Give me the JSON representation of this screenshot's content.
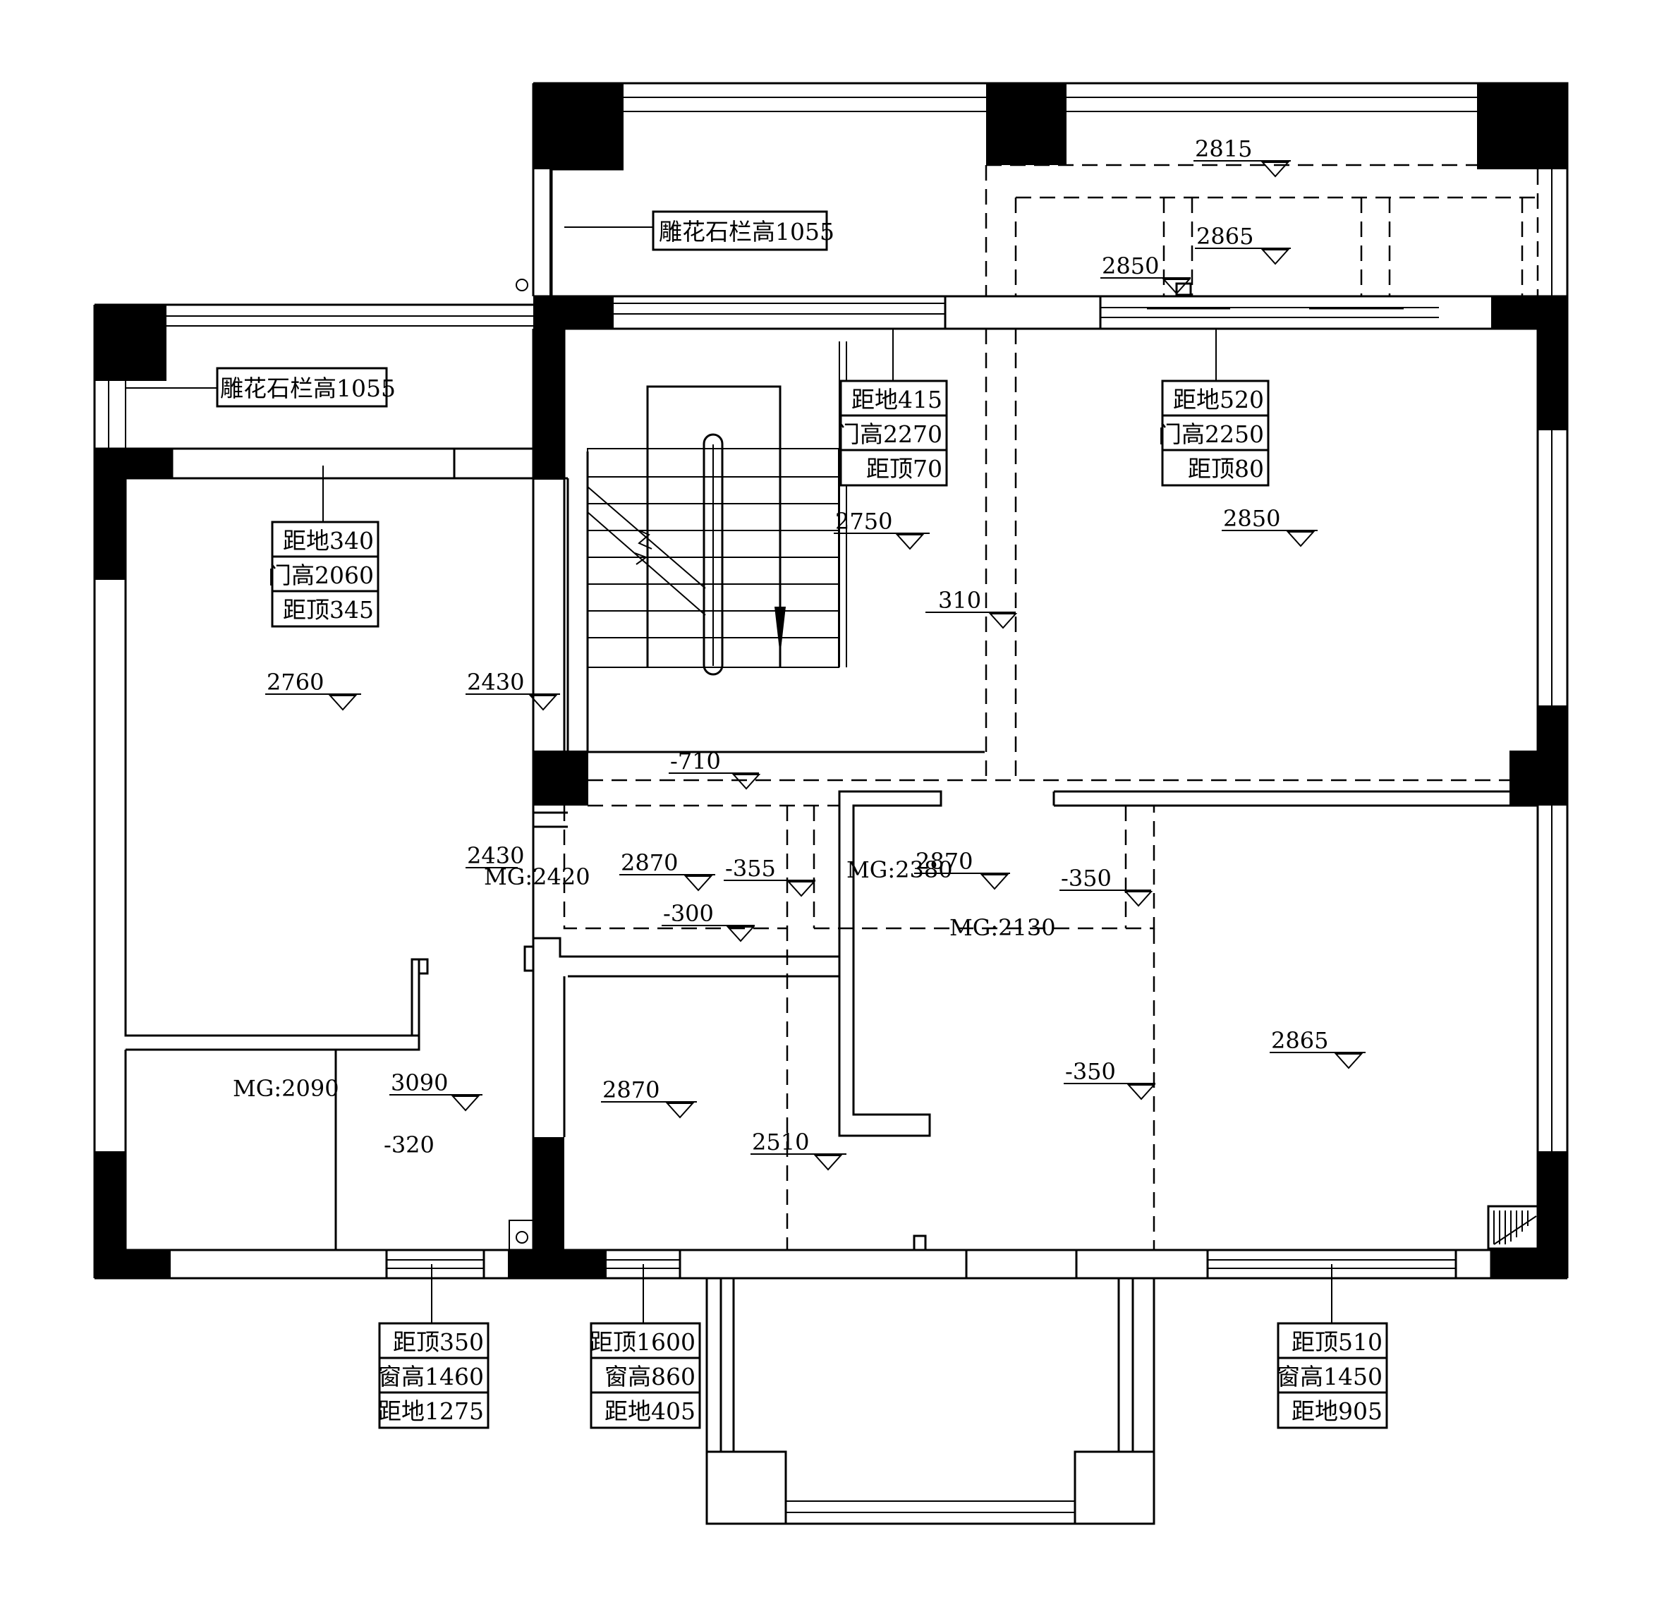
{
  "railing_labels": [
    "雕花石栏高1055",
    "雕花石栏高1055"
  ],
  "opening_tags": [
    [
      "距地340",
      "门高2060",
      "距顶345"
    ],
    [
      "距地415",
      "门高2270",
      "距顶70"
    ],
    [
      "距地520",
      "门高2250",
      "距顶80"
    ],
    [
      "距顶350",
      "窗高1460",
      "距地1275"
    ],
    [
      "距顶1600",
      "窗高860",
      "距地405"
    ],
    [
      "距顶510",
      "窗高1450",
      "距地905"
    ]
  ],
  "level_marks": [
    "2815",
    "2865",
    "2850",
    "2750",
    "2850",
    "310",
    "2760",
    "2430",
    "-710",
    "2430",
    "2870",
    "-355",
    "2870",
    "-350",
    "-300",
    "2865",
    "-350",
    "3090",
    "2870",
    "2510"
  ],
  "text_notes": [
    "MG:2420",
    "MG:2380",
    "MG:2130",
    "MG:2090",
    "-320"
  ]
}
